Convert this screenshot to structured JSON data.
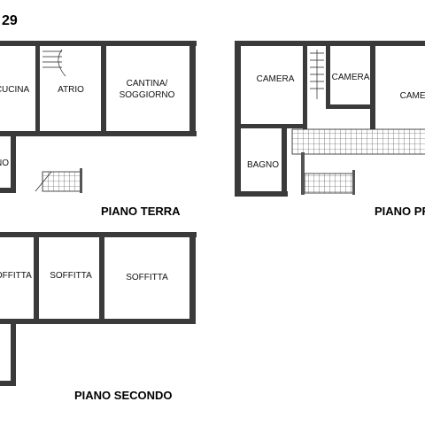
{
  "sheet": {
    "number": "29"
  },
  "floors": {
    "terra": {
      "title": "PIANO TERRA",
      "rooms": {
        "cucina": "CUCINA",
        "atrio": "ATRIO",
        "cantina_line1": "CANTINA/",
        "cantina_line2": "SOGGIORNO",
        "bagno": "BAGNO"
      }
    },
    "primo": {
      "title": "PIANO PRIMO",
      "rooms": {
        "camera1": "CAMERA",
        "camera2": "CAMERA",
        "camera3": "CAMERA",
        "bagno": "BAGNO"
      }
    },
    "secondo": {
      "title": "PIANO SECONDO",
      "rooms": {
        "soffitta1": "SOFFITTA",
        "soffitta2": "SOFFITTA",
        "soffitta3": "SOFFITTA"
      }
    }
  }
}
